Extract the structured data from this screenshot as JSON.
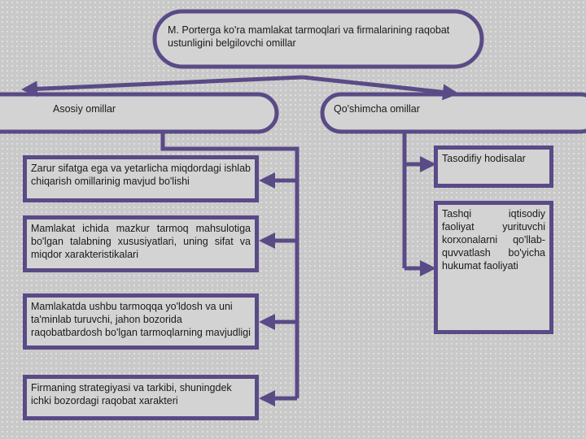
{
  "title": "M. Porterga ko'ra mamlakat  tarmoqlari va firmalarining raqobat  ustunligini belgilovchi omillar",
  "main_factors": {
    "label": "Asosiy omillar",
    "items": [
      "Zarur sifatga ega va yetarlicha miqdordagi ishlab chiqarish omillarinig mavjud bo'lishi",
      "Mamlakat ichida mazkur tarmoq mahsulotiga bo'lgan talabning xususiyatlari, uning sifat va miqdor xarakteristikalari",
      "Mamlakatda ushbu tarmoqqa yo'ldosh va uni ta'minlab turuvchi, jahon bozorida raqobatbardosh bo'lgan tarmoqlarning mavjudligi",
      "Firmaning strategiyasi va tarkibi, shuningdek ichki bozordagi raqobat xarakteri"
    ]
  },
  "additional_factors": {
    "label": "Qo'shimcha omillar",
    "items": [
      "Tasodifiy hodisalar",
      "Tashqi iqtisodiy faoliyat yurituvchi korxonalarni qo'llab-quvvatlash bo'yicha hukumat faoliyati"
    ]
  },
  "colors": {
    "stroke": "#5a4a86",
    "fill": "#d3d3d3"
  }
}
